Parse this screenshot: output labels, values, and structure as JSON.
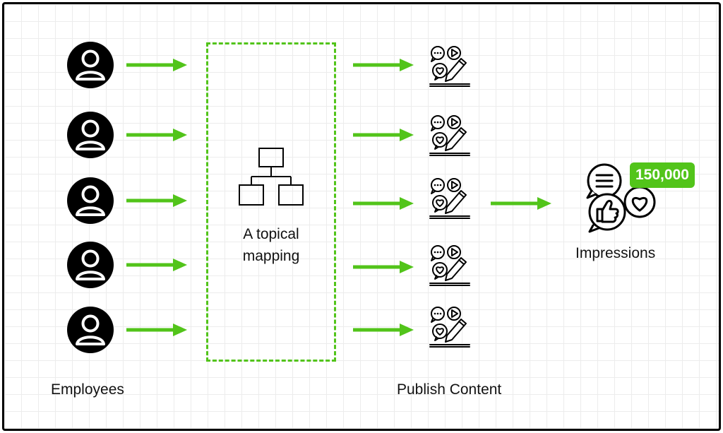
{
  "labels": {
    "employees": "Employees",
    "mapping_line1": "A topical",
    "mapping_line2": "mapping",
    "publish_content": "Publish Content",
    "impressions": "Impressions"
  },
  "impressions_count": "150,000",
  "icons": {
    "employee": "user-avatar-icon",
    "mapping": "hierarchy-icon",
    "content": "social-content-icon",
    "impressions": "engagement-icon",
    "arrow": "arrow-right-icon"
  },
  "colors": {
    "accent": "#52c41a",
    "ink": "#000000"
  }
}
